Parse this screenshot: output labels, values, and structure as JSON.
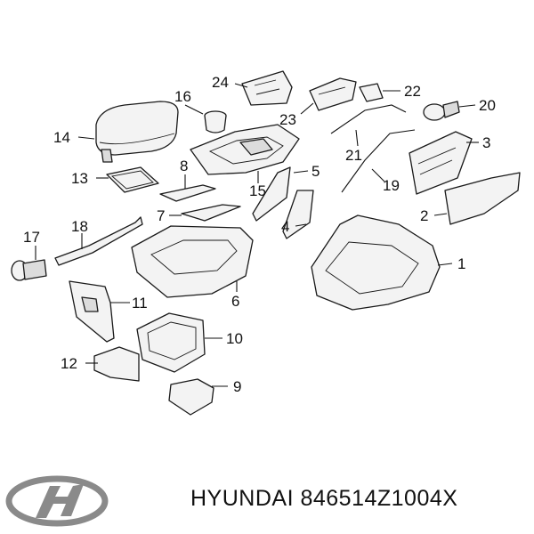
{
  "callouts": [
    {
      "id": "c1",
      "text": "1"
    },
    {
      "id": "c2",
      "text": "2"
    },
    {
      "id": "c3",
      "text": "3"
    },
    {
      "id": "c4",
      "text": "4"
    },
    {
      "id": "c5",
      "text": "5"
    },
    {
      "id": "c6",
      "text": "6"
    },
    {
      "id": "c7",
      "text": "7"
    },
    {
      "id": "c8",
      "text": "8"
    },
    {
      "id": "c9",
      "text": "9"
    },
    {
      "id": "c10",
      "text": "10"
    },
    {
      "id": "c11",
      "text": "11"
    },
    {
      "id": "c12",
      "text": "12"
    },
    {
      "id": "c13",
      "text": "13"
    },
    {
      "id": "c14",
      "text": "14"
    },
    {
      "id": "c15",
      "text": "15"
    },
    {
      "id": "c16",
      "text": "16"
    },
    {
      "id": "c17",
      "text": "17"
    },
    {
      "id": "c18",
      "text": "18"
    },
    {
      "id": "c19",
      "text": "19"
    },
    {
      "id": "c20",
      "text": "20"
    },
    {
      "id": "c21",
      "text": "21"
    },
    {
      "id": "c22",
      "text": "22"
    },
    {
      "id": "c23",
      "text": "23"
    },
    {
      "id": "c24",
      "text": "24"
    }
  ],
  "footer": {
    "brand": "HYUNDAI",
    "part_number": "846514Z1004X",
    "line": "HYUNDAI 846514Z1004X"
  },
  "logo": {
    "icon": "hyundai-logo-icon"
  }
}
